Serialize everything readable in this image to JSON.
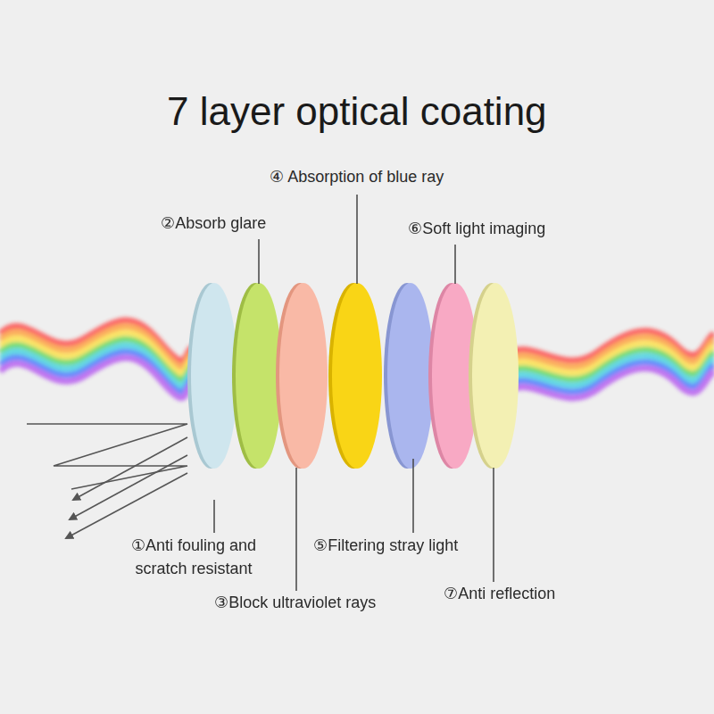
{
  "diagram": {
    "title": "7 layer optical coating",
    "labels": [
      "①Anti fouling and scratch resistant",
      "②Absorb glare",
      "③Block ultraviolet rays",
      "④ Absorption of blue ray",
      "⑤Filtering stray light",
      "⑥Soft light imaging",
      "⑦Anti reflection"
    ]
  }
}
